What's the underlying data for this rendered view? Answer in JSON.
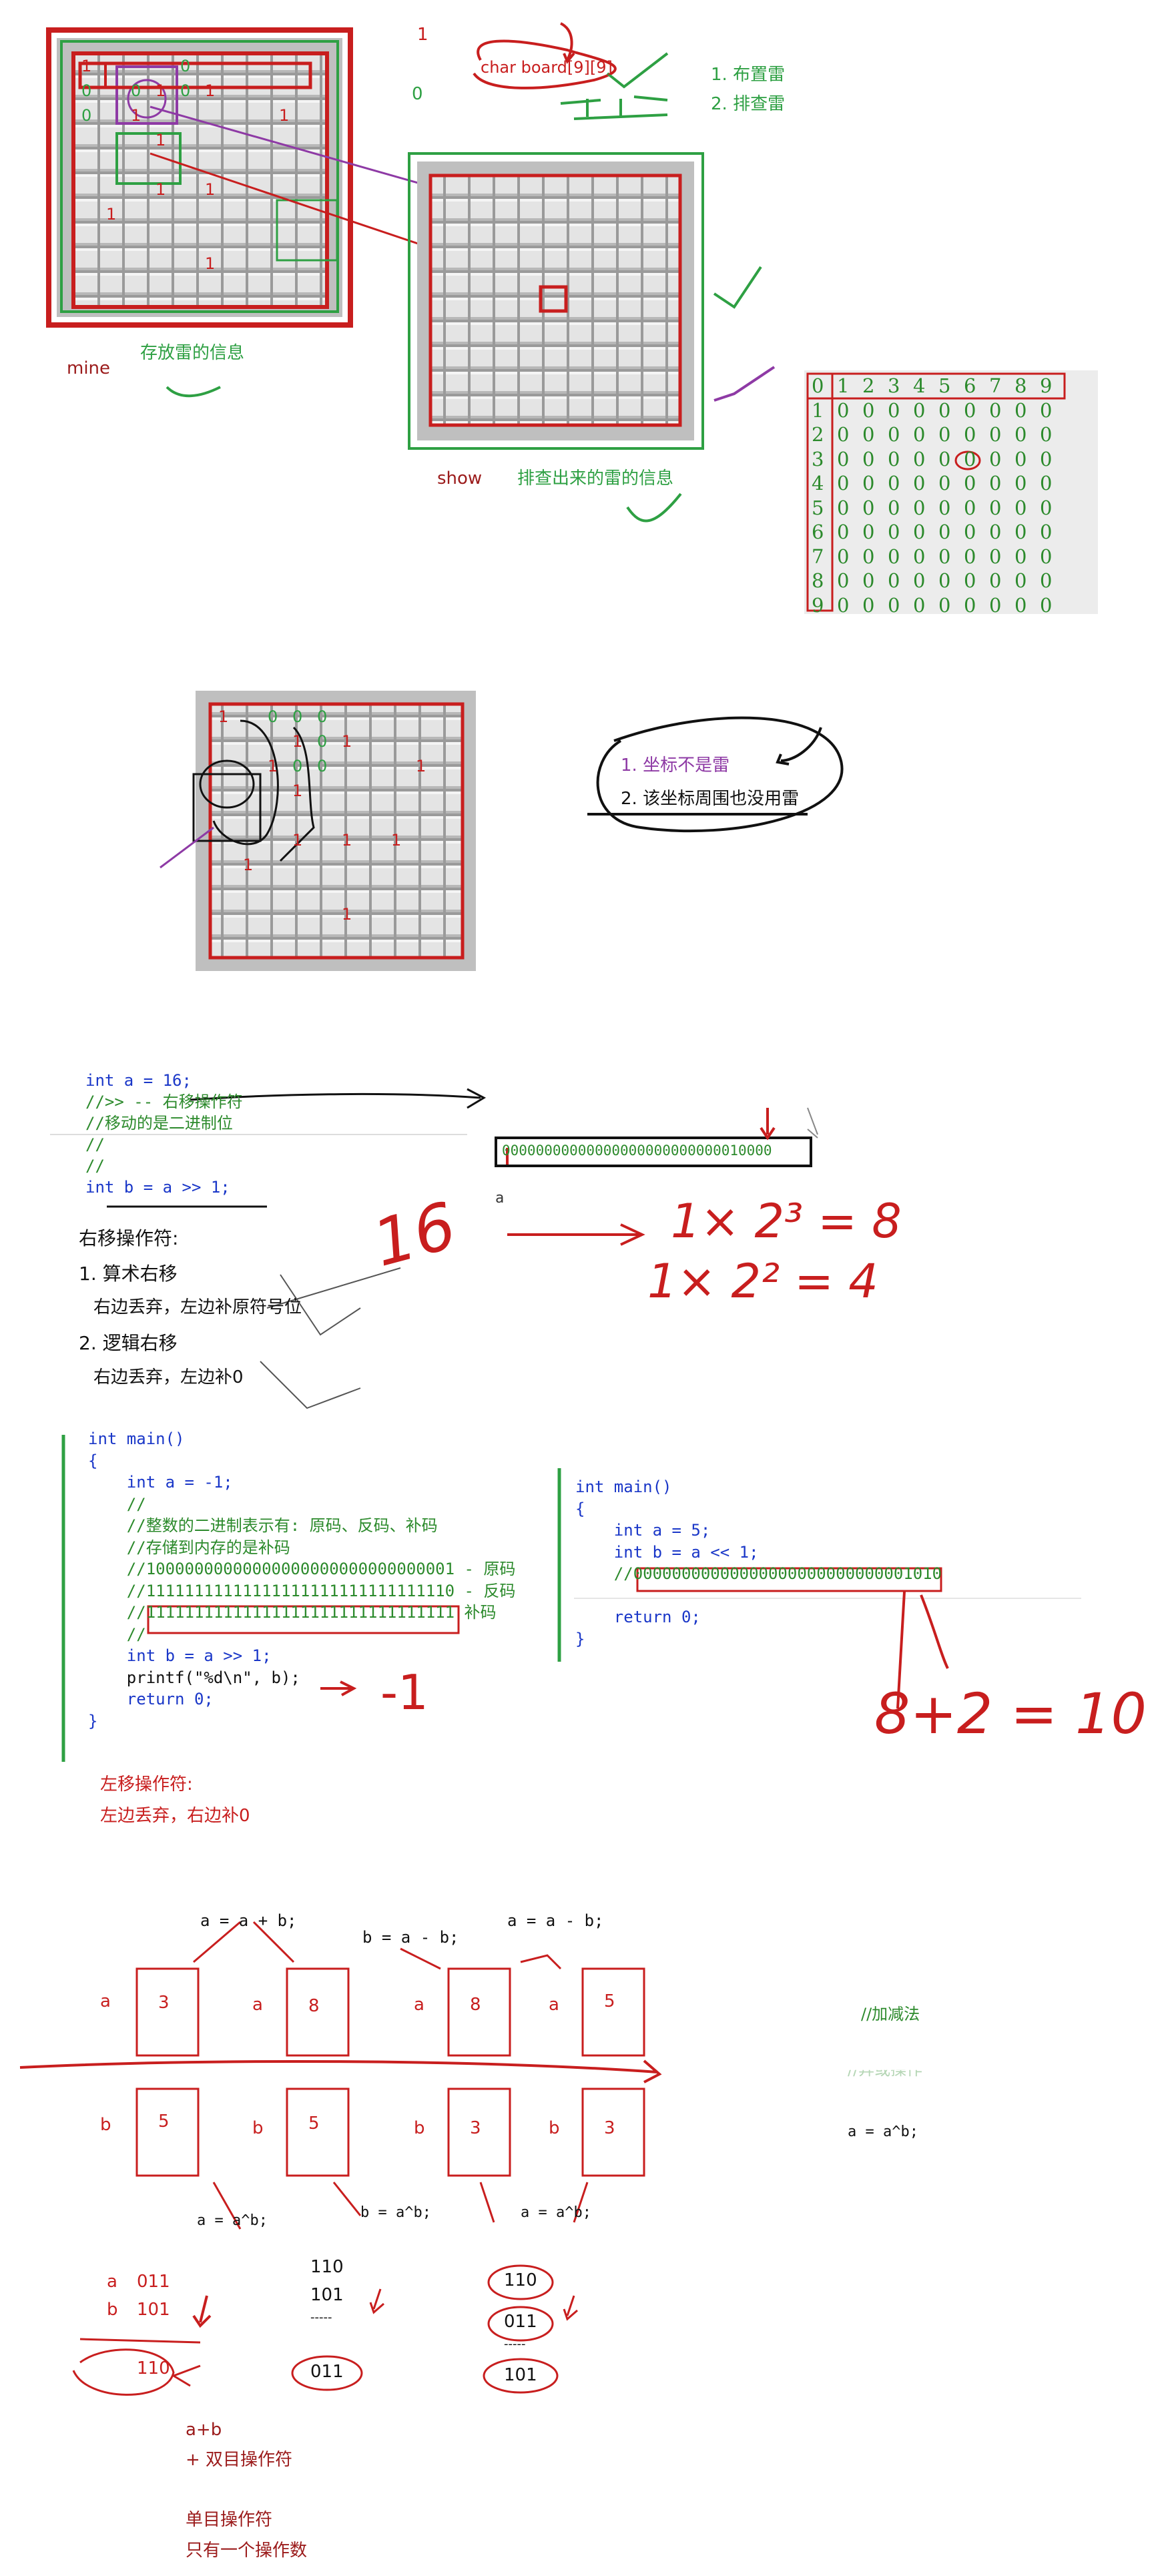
{
  "top": {
    "num_1": "1",
    "num_0": "0",
    "board_code": "char board[9][9]",
    "step1": "1. 布置雷",
    "step2": "2. 排查雷",
    "mine_label": "mine",
    "mine_desc": "存放雷的信息",
    "show_label": "show",
    "show_desc": "排查出来的雷的信息"
  },
  "mine_board": {
    "cells": [
      {
        "r": 0,
        "c": 0,
        "v": "1"
      },
      {
        "r": 0,
        "c": 4,
        "v": "0"
      },
      {
        "r": 1,
        "c": 0,
        "v": "0"
      },
      {
        "r": 1,
        "c": 2,
        "v": "0"
      },
      {
        "r": 1,
        "c": 3,
        "v": "1"
      },
      {
        "r": 1,
        "c": 4,
        "v": "0"
      },
      {
        "r": 1,
        "c": 5,
        "v": "1"
      },
      {
        "r": 2,
        "c": 0,
        "v": "0"
      },
      {
        "r": 2,
        "c": 2,
        "v": "1"
      },
      {
        "r": 2,
        "c": 8,
        "v": "1"
      },
      {
        "r": 3,
        "c": 3,
        "v": "1"
      },
      {
        "r": 5,
        "c": 3,
        "v": "1"
      },
      {
        "r": 5,
        "c": 5,
        "v": "1"
      },
      {
        "r": 6,
        "c": 1,
        "v": "1"
      },
      {
        "r": 8,
        "c": 5,
        "v": "1"
      }
    ]
  },
  "grid_table": {
    "header": [
      "0",
      "1",
      "2",
      "3",
      "4",
      "5",
      "6",
      "7",
      "8",
      "9"
    ],
    "rows": [
      [
        "1",
        "0",
        "0",
        "0",
        "0",
        "0",
        "0",
        "0",
        "0",
        "0"
      ],
      [
        "2",
        "0",
        "0",
        "0",
        "0",
        "0",
        "0",
        "0",
        "0",
        "0"
      ],
      [
        "3",
        "0",
        "0",
        "0",
        "0",
        "0",
        "0",
        "0",
        "0",
        "0"
      ],
      [
        "4",
        "0",
        "0",
        "0",
        "0",
        "0",
        "0",
        "0",
        "0",
        "0"
      ],
      [
        "5",
        "0",
        "0",
        "0",
        "0",
        "0",
        "0",
        "0",
        "0",
        "0"
      ],
      [
        "6",
        "0",
        "0",
        "0",
        "0",
        "0",
        "0",
        "0",
        "0",
        "0"
      ],
      [
        "7",
        "0",
        "0",
        "0",
        "0",
        "0",
        "0",
        "0",
        "0",
        "0"
      ],
      [
        "8",
        "0",
        "0",
        "0",
        "0",
        "0",
        "0",
        "0",
        "0",
        "0"
      ],
      [
        "9",
        "0",
        "0",
        "0",
        "0",
        "0",
        "0",
        "0",
        "0",
        "0"
      ]
    ]
  },
  "second_board": {
    "cells": [
      {
        "r": 0,
        "c": 0,
        "v": "1"
      },
      {
        "r": 0,
        "c": 2,
        "v": "0"
      },
      {
        "r": 0,
        "c": 3,
        "v": "0"
      },
      {
        "r": 0,
        "c": 4,
        "v": "0"
      },
      {
        "r": 1,
        "c": 3,
        "v": "1"
      },
      {
        "r": 1,
        "c": 4,
        "v": "0"
      },
      {
        "r": 1,
        "c": 5,
        "v": "1"
      },
      {
        "r": 2,
        "c": 2,
        "v": "1"
      },
      {
        "r": 2,
        "c": 3,
        "v": "0"
      },
      {
        "r": 2,
        "c": 4,
        "v": "0"
      },
      {
        "r": 2,
        "c": 8,
        "v": "1"
      },
      {
        "r": 3,
        "c": 3,
        "v": "1"
      },
      {
        "r": 5,
        "c": 3,
        "v": "1"
      },
      {
        "r": 5,
        "c": 5,
        "v": "1"
      },
      {
        "r": 5,
        "c": 7,
        "v": "1"
      },
      {
        "r": 6,
        "c": 1,
        "v": "1"
      },
      {
        "r": 8,
        "c": 5,
        "v": "1"
      }
    ]
  },
  "conditions": {
    "c1": "1. 坐标不是雷",
    "c2": "2. 该坐标周围也没用雷"
  },
  "shift": {
    "code1": "int a = 16;",
    "code2": "//>> -- 右移操作符",
    "code3": "//移动的是二进制位",
    "code4": "//",
    "code5": "//",
    "code6": "int b = a >> 1;",
    "binary": "00000000000000000000000000010000",
    "a_label": "a",
    "right_title": "右移操作符:",
    "arith": "1. 算术右移",
    "arith_desc": "右边丢弃，左边补原符号位",
    "logic": "2. 逻辑右移",
    "logic_desc": "右边丢弃，左边补0",
    "hw_16": "16",
    "hw_eq1": "1× 2³ = 8",
    "hw_eq2": "1× 2² = 4"
  },
  "code_left": {
    "lines": [
      "int main()",
      "{",
      "    int a = -1;",
      "    //",
      "    //整数的二进制表示有: 原码、反码、补码",
      "    //存储到内存的是补码",
      "    //10000000000000000000000000000001 - 原码",
      "    //11111111111111111111111111111110 - 反码",
      "    //11111111111111111111111111111111 补码",
      "    //",
      "    int b = a >> 1;",
      "    printf(\"%d\\n\", b);",
      "    return 0;",
      "}"
    ],
    "hw_result": "-1"
  },
  "code_right": {
    "lines": [
      "int main()",
      "{",
      "    int a = 5;",
      "    int b = a << 1;",
      "    //00000000000000000000000000001010",
      "",
      "    return 0;",
      "}"
    ],
    "hw_result": "8+2 = 10"
  },
  "left_shift": {
    "title": "左移操作符:",
    "desc": "左边丢弃，右边补0"
  },
  "swap": {
    "step1": "a = a + b;",
    "step2": "b = a - b;",
    "step3": "a = a - b;",
    "a": "a",
    "b": "b",
    "a_vals": [
      "3",
      "8",
      "8",
      "5"
    ],
    "b_vals": [
      "5",
      "5",
      "3",
      "3"
    ],
    "xor1": "a = a^b;",
    "xor2": "b = a^b;",
    "xor3": "a = a^b;",
    "side1": "//加减法",
    "side2": "//异或操作",
    "side3": "a = a^b;",
    "bin_a_label": "a",
    "bin_a": "011",
    "bin_b_label": "b",
    "bin_b": "101",
    "res1": "110",
    "col2_top": "110",
    "col2_mid": "101",
    "col2_res": "011",
    "col3_top": "110",
    "col3_mid": "011",
    "col3_res": "101",
    "dashes": "-----"
  },
  "notes": {
    "n1": "a+b",
    "n2": "+ 双目操作符",
    "n3": "单目操作符",
    "n4": "只有一个操作数"
  }
}
